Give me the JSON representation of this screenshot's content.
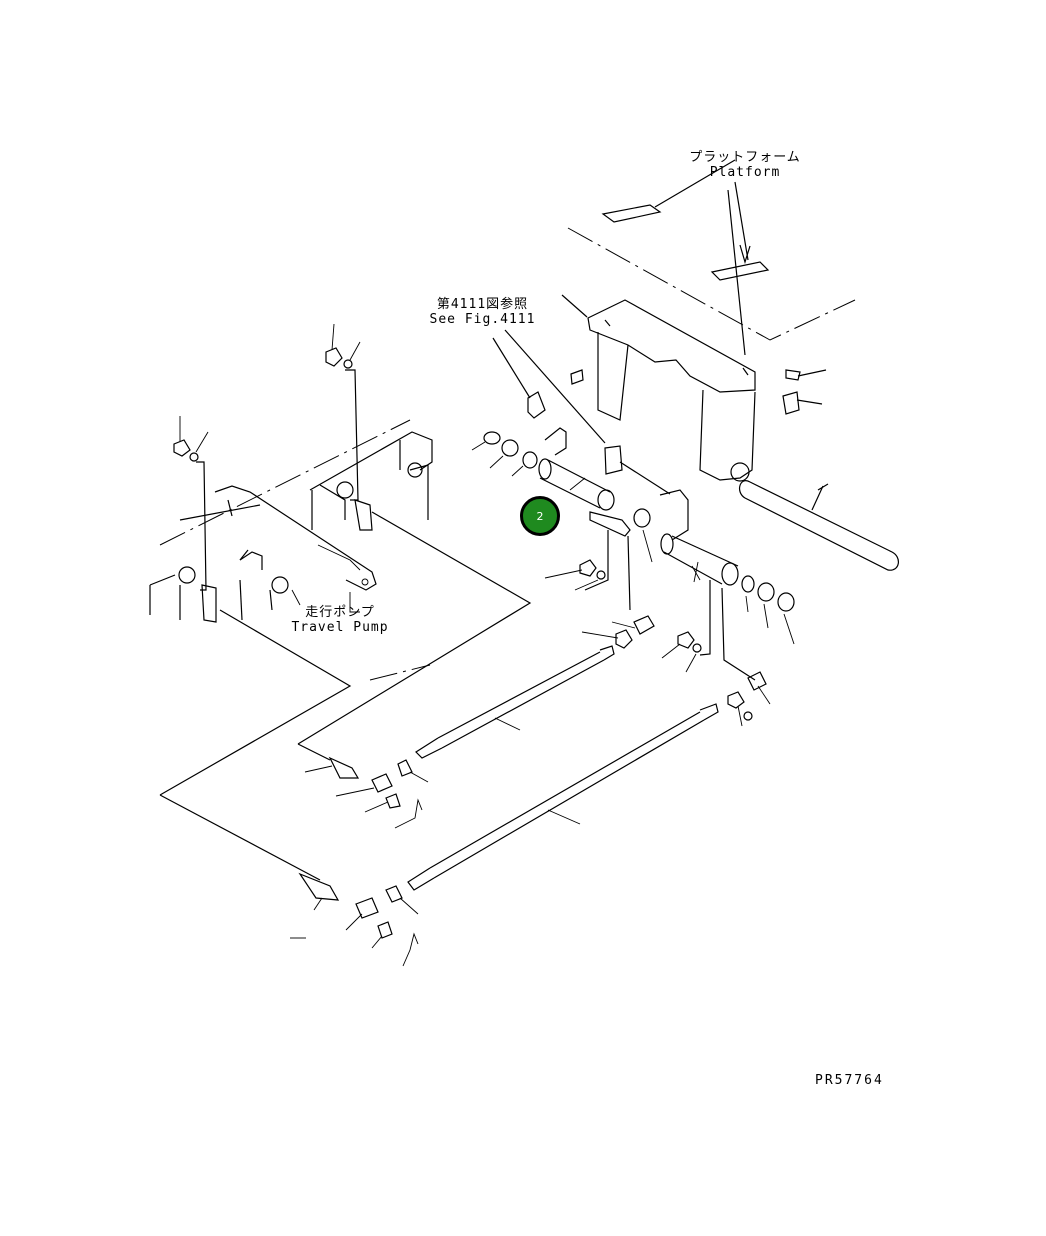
{
  "labels": {
    "platform_jp": "プラットフォーム",
    "platform_en": "Platform",
    "see_fig_jp": "第4111図参照",
    "see_fig_en": "See Fig.4111",
    "travel_pump_jp": "走行ポンプ",
    "travel_pump_en": "Travel Pump",
    "drawing_code": "PR57764"
  },
  "callouts": [
    {
      "number": "2",
      "color": "#1f8a1f"
    }
  ],
  "colors": {
    "line": "#000000",
    "background": "#ffffff",
    "callout_fill": "#1f8a1f"
  }
}
